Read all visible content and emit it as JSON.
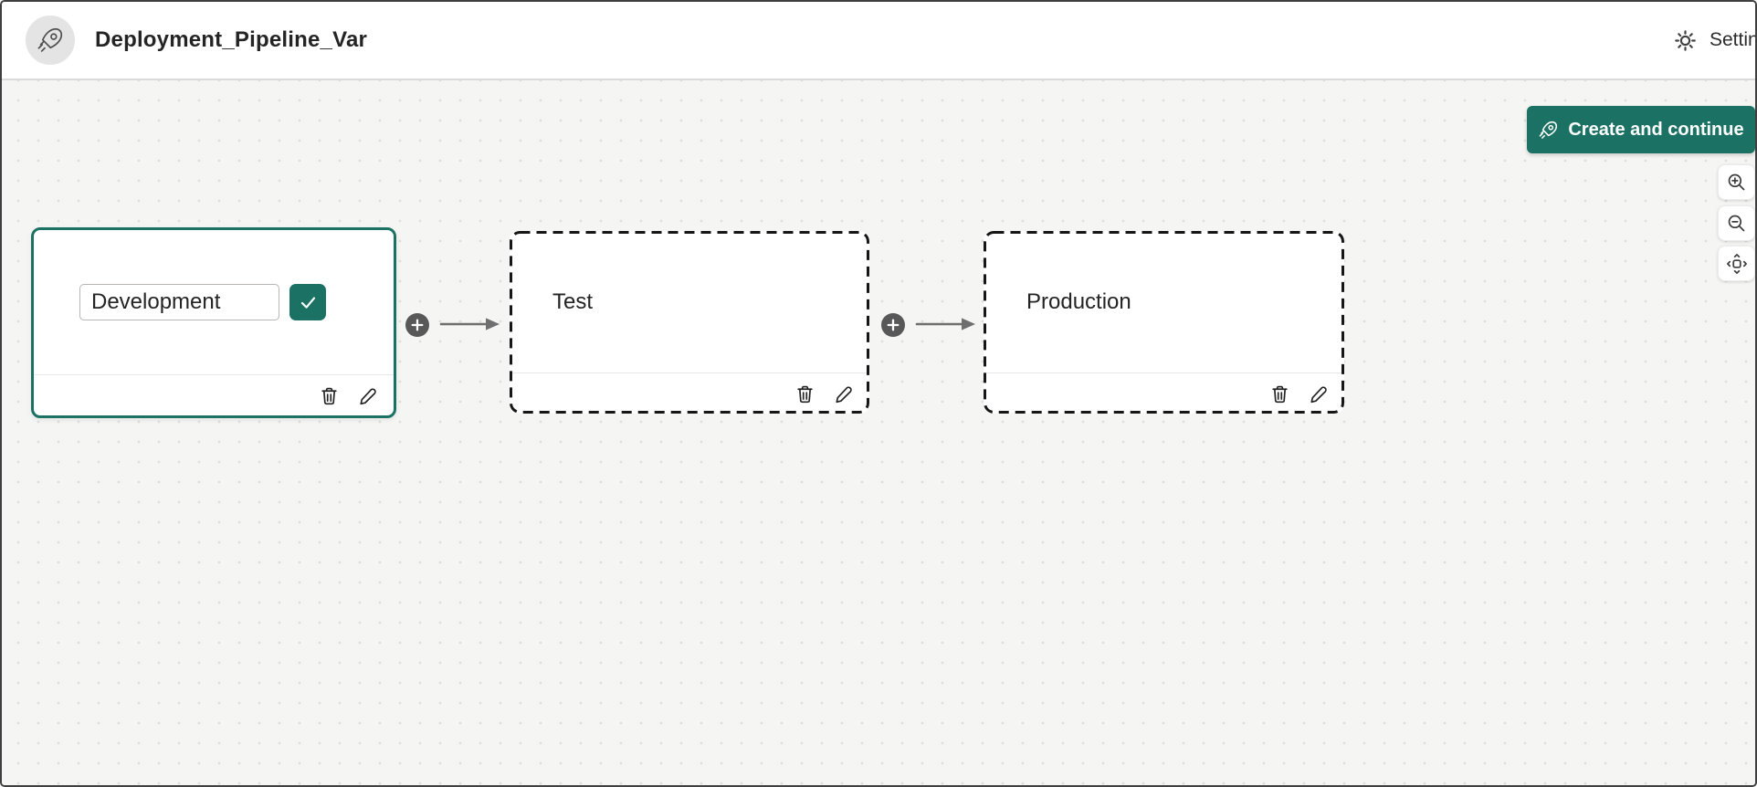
{
  "header": {
    "app_icon": "rocket-icon",
    "title": "Deployment_Pipeline_Var",
    "settings_label": "Settings"
  },
  "primary_action": {
    "label": "Create and continue",
    "icon": "rocket-icon"
  },
  "zoom_controls": {
    "zoom_in": "zoom-in-icon",
    "zoom_out": "zoom-out-icon",
    "fit_view": "fit-view-icon"
  },
  "pipeline": {
    "editing_stage": {
      "name_input_value": "Development",
      "confirm_icon": "checkmark-icon",
      "actions": [
        "delete",
        "edit"
      ]
    },
    "stages": [
      {
        "label": "Test"
      },
      {
        "label": "Production"
      }
    ],
    "connector_icon": "plus-icon"
  },
  "colors": {
    "accent_teal": "#1b7264",
    "canvas_background": "#f5f5f4",
    "dashed_border": "#161616",
    "connector_circle": "#585858",
    "arrow_gray": "#6f6f6f",
    "title_text": "#242424"
  }
}
